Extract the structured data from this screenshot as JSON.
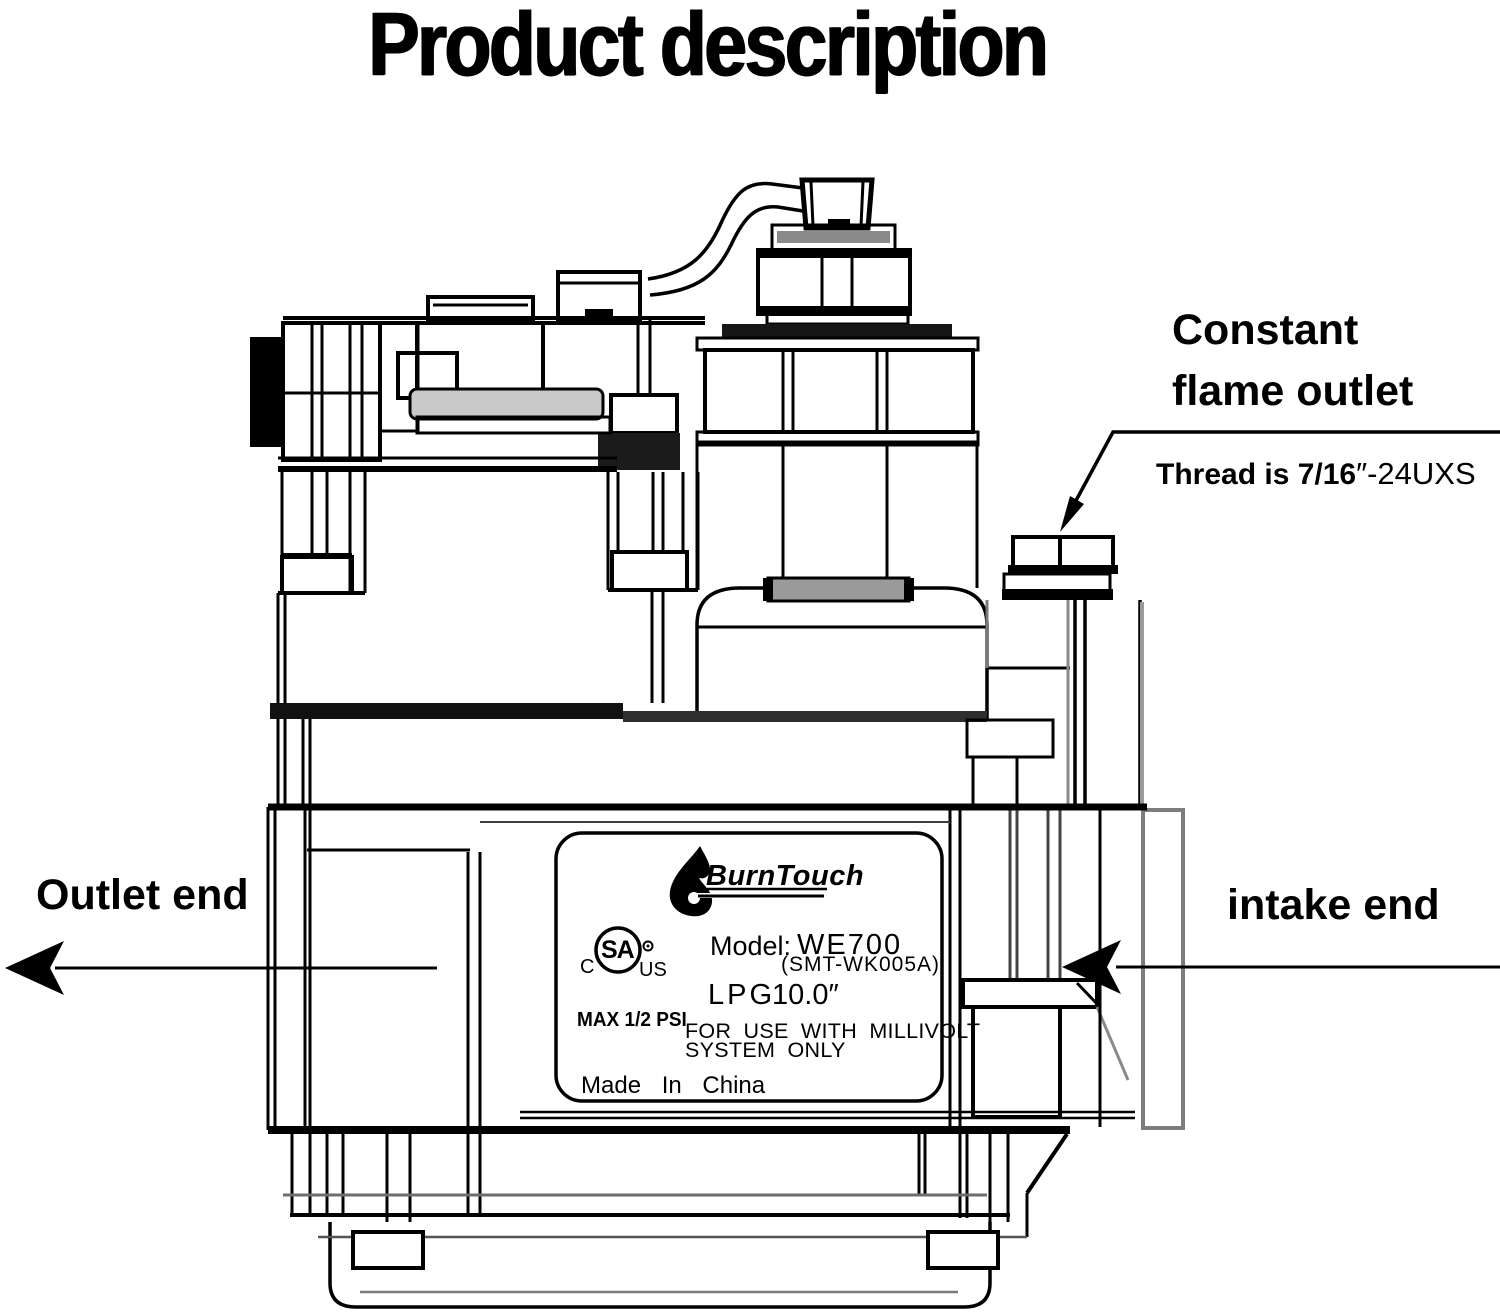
{
  "title": "Product description",
  "annotations": {
    "constant_flame_line1": "Constant",
    "constant_flame_line2": "flame outlet",
    "thread_bold": "Thread is 7/16",
    "thread_regular": "″-24UXS",
    "outlet_end": "Outlet end",
    "intake_end": "intake end"
  },
  "plate": {
    "brand": "BurnTouch",
    "csa": {
      "monogram": "SA",
      "left": "C",
      "right": "US"
    },
    "model_label": "Model:",
    "model_value": "WE700",
    "model_code": "(SMT-WK005A)",
    "gas_type": "LPG",
    "gas_pressure": "10.0″",
    "max_pressure": "MAX 1/2 PSI",
    "usage_line1": "FOR USE WITH MILLIVOLT",
    "usage_line2": "SYSTEM ONLY",
    "origin": "Made In China"
  },
  "colors": {
    "ink": "#000000",
    "background": "#ffffff"
  }
}
